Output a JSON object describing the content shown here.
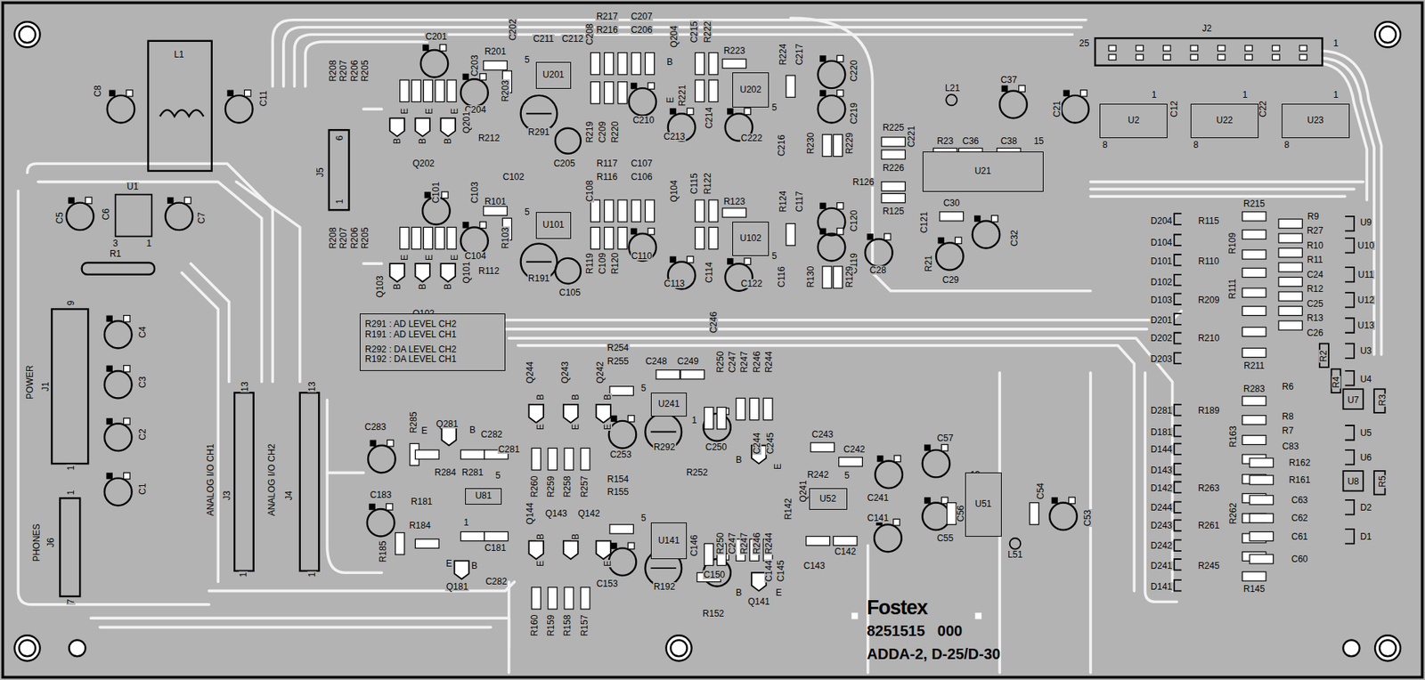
{
  "diagram": {
    "nodes": [
      {
        "text": [
          "U201"
        ]
      },
      {
        "text": [
          "U202"
        ]
      },
      {
        "text": [
          "U21"
        ]
      },
      {
        "text": [
          "U2"
        ]
      },
      {
        "text": [
          "U22"
        ]
      },
      {
        "text": [
          "U23"
        ]
      },
      {
        "text": [
          "U101"
        ]
      },
      {
        "text": [
          "U102"
        ]
      },
      {
        "text": [
          "R291 : AD LEVEL CH2",
          "R191 : AD LEVEL CH1",
          "R292 : DA LEVEL CH2",
          "R192 : DA LEVEL CH1"
        ]
      },
      {
        "text": [
          "U241"
        ]
      },
      {
        "text": [
          "U81"
        ]
      },
      {
        "text": [
          "U52"
        ]
      },
      {
        "text": [
          "U51"
        ]
      },
      {
        "text": [
          "U141"
        ]
      }
    ],
    "labels": [
      "C8",
      "L1",
      "C11",
      "C5",
      "C6",
      "U1",
      "C7",
      "3",
      "1",
      "R1",
      "9",
      "POWER",
      "J1",
      "C4",
      "C3",
      "C2",
      "C1",
      "1",
      "1",
      "PHONES",
      "J6",
      "7",
      "13",
      "ANALOG I/O CH1",
      "J3",
      "1",
      "13",
      "ANALOG I/O CH2",
      "J4",
      "1",
      "6",
      "1",
      "J5",
      "R208",
      "R207",
      "R206",
      "R205",
      "R208",
      "R207",
      "R206",
      "R205",
      "C201",
      "C203",
      "R201",
      "C202",
      "5",
      "R203",
      "C211",
      "C212",
      "C208",
      "R217",
      "C207",
      "R216",
      "C206",
      "Q204",
      "B",
      "C215",
      "R222",
      "R223",
      "5",
      "R224",
      "C217",
      "C220",
      "C219",
      "R221",
      "C210",
      "E",
      "C213",
      "C214",
      "C222",
      "C216",
      "R230",
      "R229",
      "C204",
      "R212",
      "R291",
      "C205",
      "R219",
      "C209",
      "R220",
      "E",
      "E",
      "E",
      "B",
      "B",
      "B",
      "Q201",
      "Q202",
      "C101",
      "C103",
      "R101",
      "C102",
      "5",
      "R103",
      "C108",
      "R117",
      "C107",
      "R116",
      "C106",
      "Q104",
      "C115",
      "R122",
      "R123",
      "5",
      "R124",
      "C117",
      "C120",
      "C119",
      "C114",
      "C113",
      "C122",
      "C116",
      "R130",
      "R129",
      "C104",
      "R112",
      "R191",
      "C105",
      "R119",
      "C109",
      "R120",
      "C110",
      "E",
      "E",
      "E",
      "B",
      "B",
      "B",
      "Q101",
      "Q102",
      "Q103",
      "C37",
      "L21",
      "C21",
      "R225",
      "C221",
      "R226",
      "R23",
      "C36",
      "C38",
      "15",
      "R126",
      "R125",
      "C30",
      "C121",
      "C28",
      "R21",
      "C29",
      "C32",
      "25",
      "J2",
      "1",
      "1",
      "C12",
      "8",
      "1",
      "C22",
      "8",
      "1",
      "8",
      "D204",
      "R115",
      "R215",
      "D104",
      "R109",
      "D101",
      "R110",
      "D102",
      "R111",
      "D103",
      "R209",
      "D201",
      "D202",
      "R210",
      "D203",
      "R211",
      "R9",
      "R27",
      "R10",
      "R11",
      "C24",
      "R12",
      "C25",
      "R13",
      "C26",
      "U9",
      "U10",
      "U11",
      "U12",
      "U13",
      "U3",
      "U4",
      "U7",
      "R3",
      "U5",
      "U6",
      "U8",
      "R5",
      "D2",
      "D1",
      "R2",
      "R4",
      "D281",
      "R189",
      "R283",
      "R6",
      "R8",
      "R7",
      "C83",
      "R163",
      "D181",
      "D144",
      "D143",
      "R162",
      "R161",
      "D142",
      "R263",
      "C63",
      "D244",
      "R262",
      "C62",
      "D243",
      "R261",
      "C61",
      "D242",
      "C60",
      "D241",
      "R245",
      "D141",
      "R145",
      "R254",
      "R255",
      "C248",
      "C249",
      "C246",
      "R250",
      "C247",
      "R247",
      "R246",
      "R244",
      "5",
      "1",
      "Q244",
      "B",
      "Q243",
      "B",
      "Q242",
      "B",
      "E",
      "E",
      "E",
      "C253",
      "R292",
      "C250",
      "R252",
      "B",
      "C244",
      "C245",
      "E",
      "C243",
      "C242",
      "R242",
      "5",
      "Q241",
      "C241",
      "C57",
      "13",
      "C54",
      "C53",
      "C56",
      "C55",
      "C141",
      "L51",
      "R142",
      "C143",
      "C142",
      "C144",
      "C145",
      "Q141",
      "B",
      "E",
      "R260",
      "R259",
      "R258",
      "R257",
      "R154",
      "R155",
      "5",
      "C146",
      "R250",
      "C247",
      "R247",
      "R246",
      "R244",
      "Q144",
      "Q143",
      "Q142",
      "B",
      "B",
      "E",
      "E",
      "C153",
      "R192",
      "C150",
      "R152",
      "R160",
      "R159",
      "R158",
      "R157",
      "C283",
      "R285",
      "E",
      "Q281",
      "B",
      "C282",
      "C281",
      "R284",
      "R281",
      "5",
      "C183",
      "R181",
      "R184",
      "1",
      "R185",
      "C181",
      "E",
      "B",
      "Q181",
      "C282",
      "Fostex",
      "8251515   000",
      "ADDA-2, D-25/D-30"
    ]
  }
}
